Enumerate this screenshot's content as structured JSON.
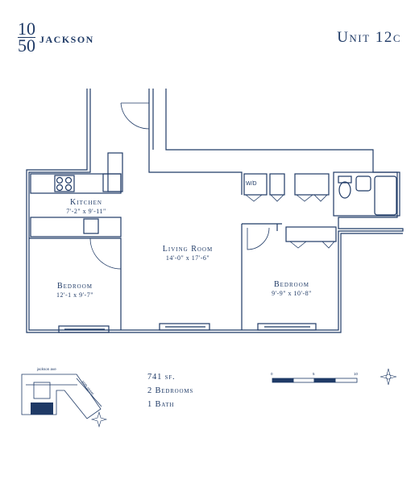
{
  "logo": {
    "number_top": "10",
    "number_bottom": "50",
    "name": "JACKSON"
  },
  "unit_title": "Unit 12c",
  "rooms": {
    "kitchen": {
      "name": "Kitchen",
      "dims": "7'-2\" x 9'-11\""
    },
    "living": {
      "name": "Living Room",
      "dims": "14'-0\" x 17'-6\""
    },
    "bedroom1": {
      "name": "Bedroom",
      "dims": "12'-1 x 9'-7\""
    },
    "bedroom2": {
      "name": "Bedroom",
      "dims": "9'-9\" x 10'-8\""
    }
  },
  "washer_dryer": "W/D",
  "stats": {
    "area": "741 sf.",
    "bedrooms": "2 Bedrooms",
    "baths": "1 Bath"
  },
  "key_plan": {
    "street_top": "jackson ave",
    "street_side": "50th street"
  },
  "scale": {
    "labels": [
      "0",
      "5",
      "10"
    ]
  },
  "colors": {
    "line": "#1f3a66",
    "highlight": "#1f3a66"
  }
}
